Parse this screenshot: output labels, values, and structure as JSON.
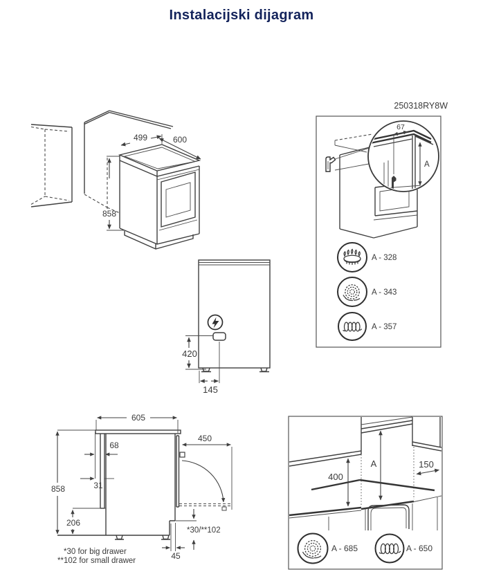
{
  "page": {
    "title": "Instalacijski dijagram"
  },
  "model_code": "250318RY8W",
  "niche_diagram": {
    "niche_width": "499",
    "cooker_depth": "600",
    "cooker_height": "858"
  },
  "bracket_diagram": {
    "bracket_offset": "67",
    "height_label": "A",
    "hob_heights": [
      {
        "icon": "gas-burner-icon",
        "label": "A - 328"
      },
      {
        "icon": "radiant-hob-icon",
        "label": "A - 343"
      },
      {
        "icon": "induction-hob-icon",
        "label": "A - 357"
      }
    ]
  },
  "rear_diagram": {
    "connection_height": "420",
    "connection_offset": "145"
  },
  "side_diagram": {
    "top_depth": "605",
    "rear_offset": "68",
    "rear_panel_offset": "31",
    "height": "858",
    "rear_lower_height": "206",
    "open_door_depth": "450",
    "plinth_recess": "45",
    "drawer_note": "*30/**102",
    "footnotes": [
      "*30 for big drawer",
      "**102 for small drawer"
    ]
  },
  "clearance_diagram": {
    "cabinet_clearance": "400",
    "hood_clearance_label": "A",
    "side_clearance": "150",
    "hob_clearances": [
      {
        "icon": "radiant-hob-icon",
        "label": "A - 685"
      },
      {
        "icon": "induction-hob-icon",
        "label": "A - 650"
      }
    ]
  }
}
